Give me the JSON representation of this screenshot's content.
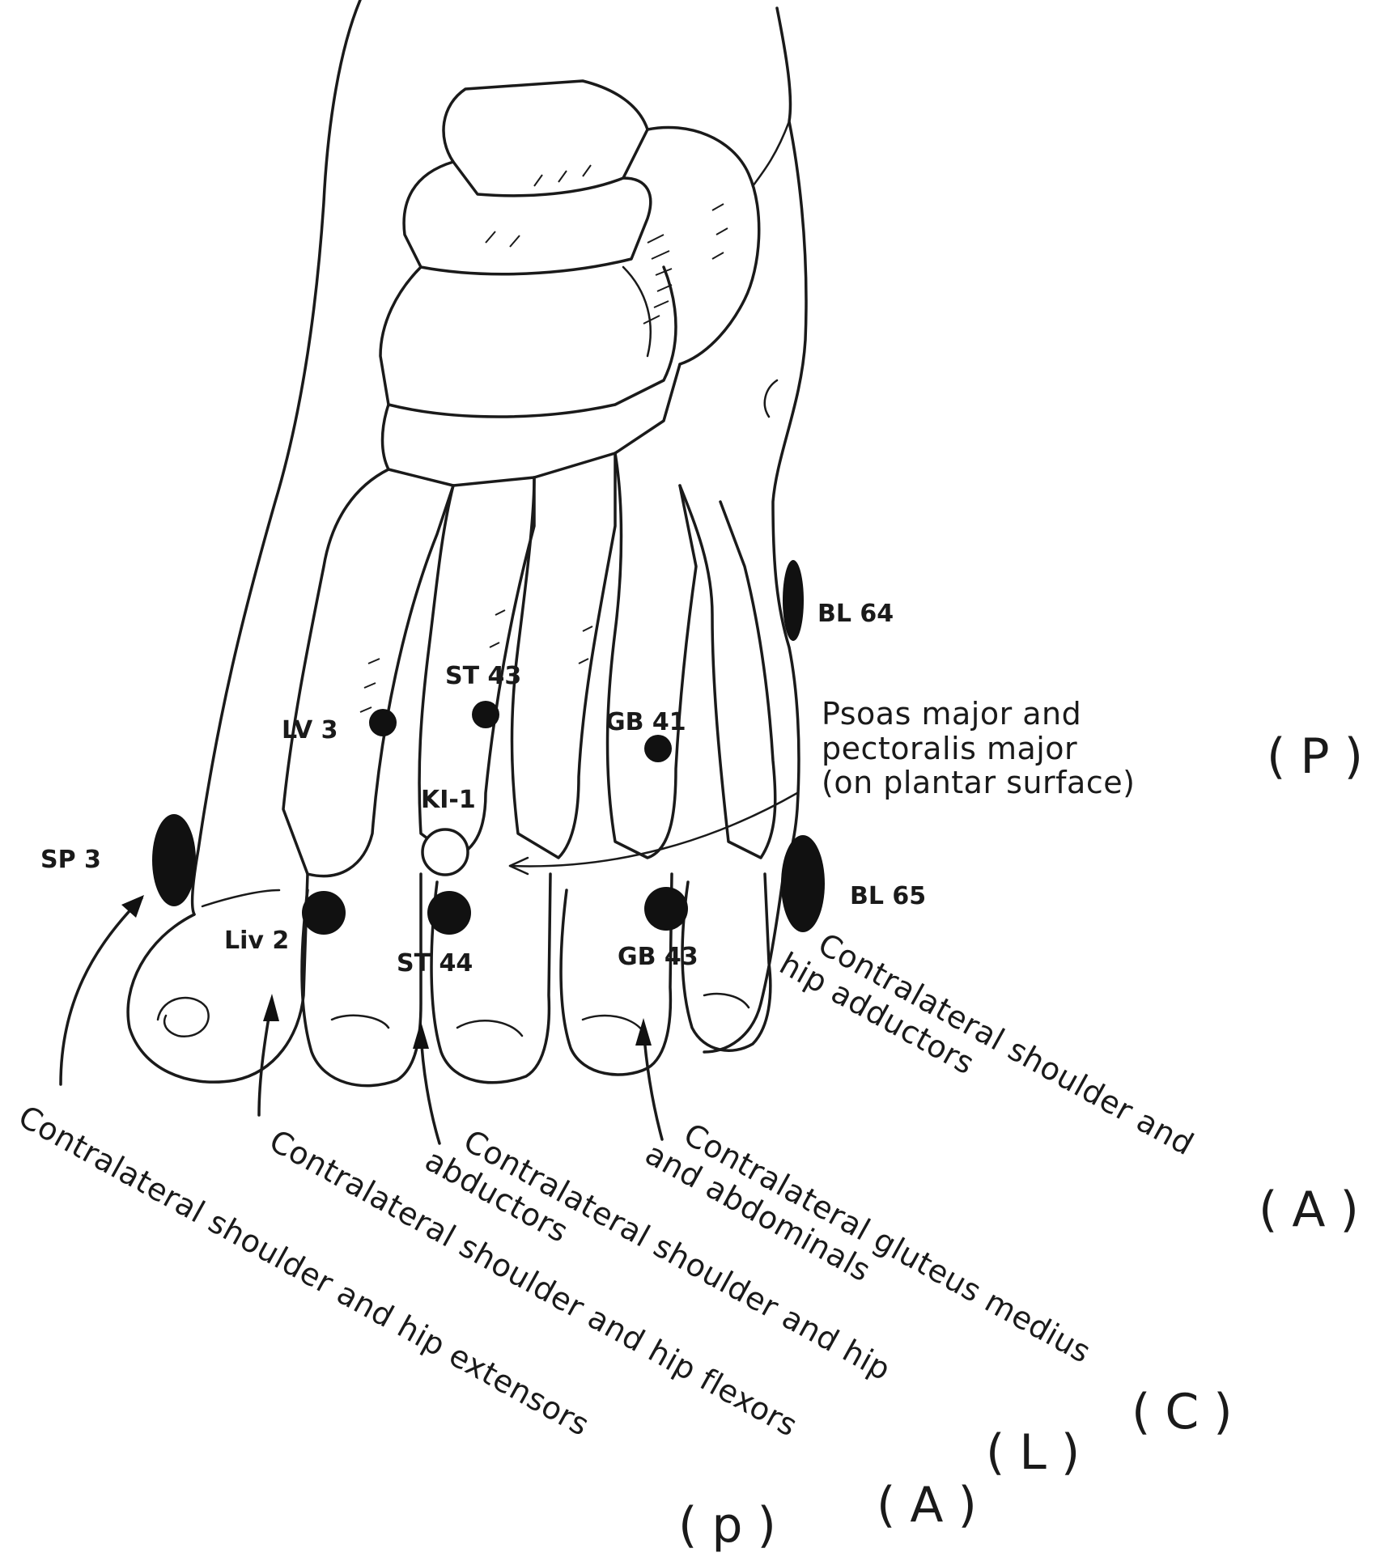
{
  "points": {
    "bl64": "BL 64",
    "bl65": "BL 65",
    "sp3": "SP 3",
    "lv3": "LV 3",
    "st43": "ST 43",
    "gb41": "GB 41",
    "ki1": "KI-1",
    "liv2": "Liv 2",
    "st44": "ST 44",
    "gb43": "GB 43"
  },
  "notes": {
    "psoas_line1": "Psoas major and",
    "psoas_line2": "pectoralis major",
    "psoas_line3": "(on plantar surface)",
    "bl65_line1": "Contralateral shoulder and",
    "bl65_line2": "hip adductors",
    "gb43_line1": "Contralateral gluteus medius",
    "gb43_line2": "and abdominals",
    "st44_line1": "Contralateral shoulder and hip",
    "st44_line2": "abductors",
    "liv2_line1": "Contralateral shoulder and hip flexors",
    "sp3_line1": "Contralateral shoulder and hip extensors"
  },
  "codes": {
    "p_upper": "(P)",
    "a_right": "(A)",
    "c": "(C)",
    "l": "(L)",
    "a_bottom": "(A)",
    "p_bottom": "(p)"
  }
}
